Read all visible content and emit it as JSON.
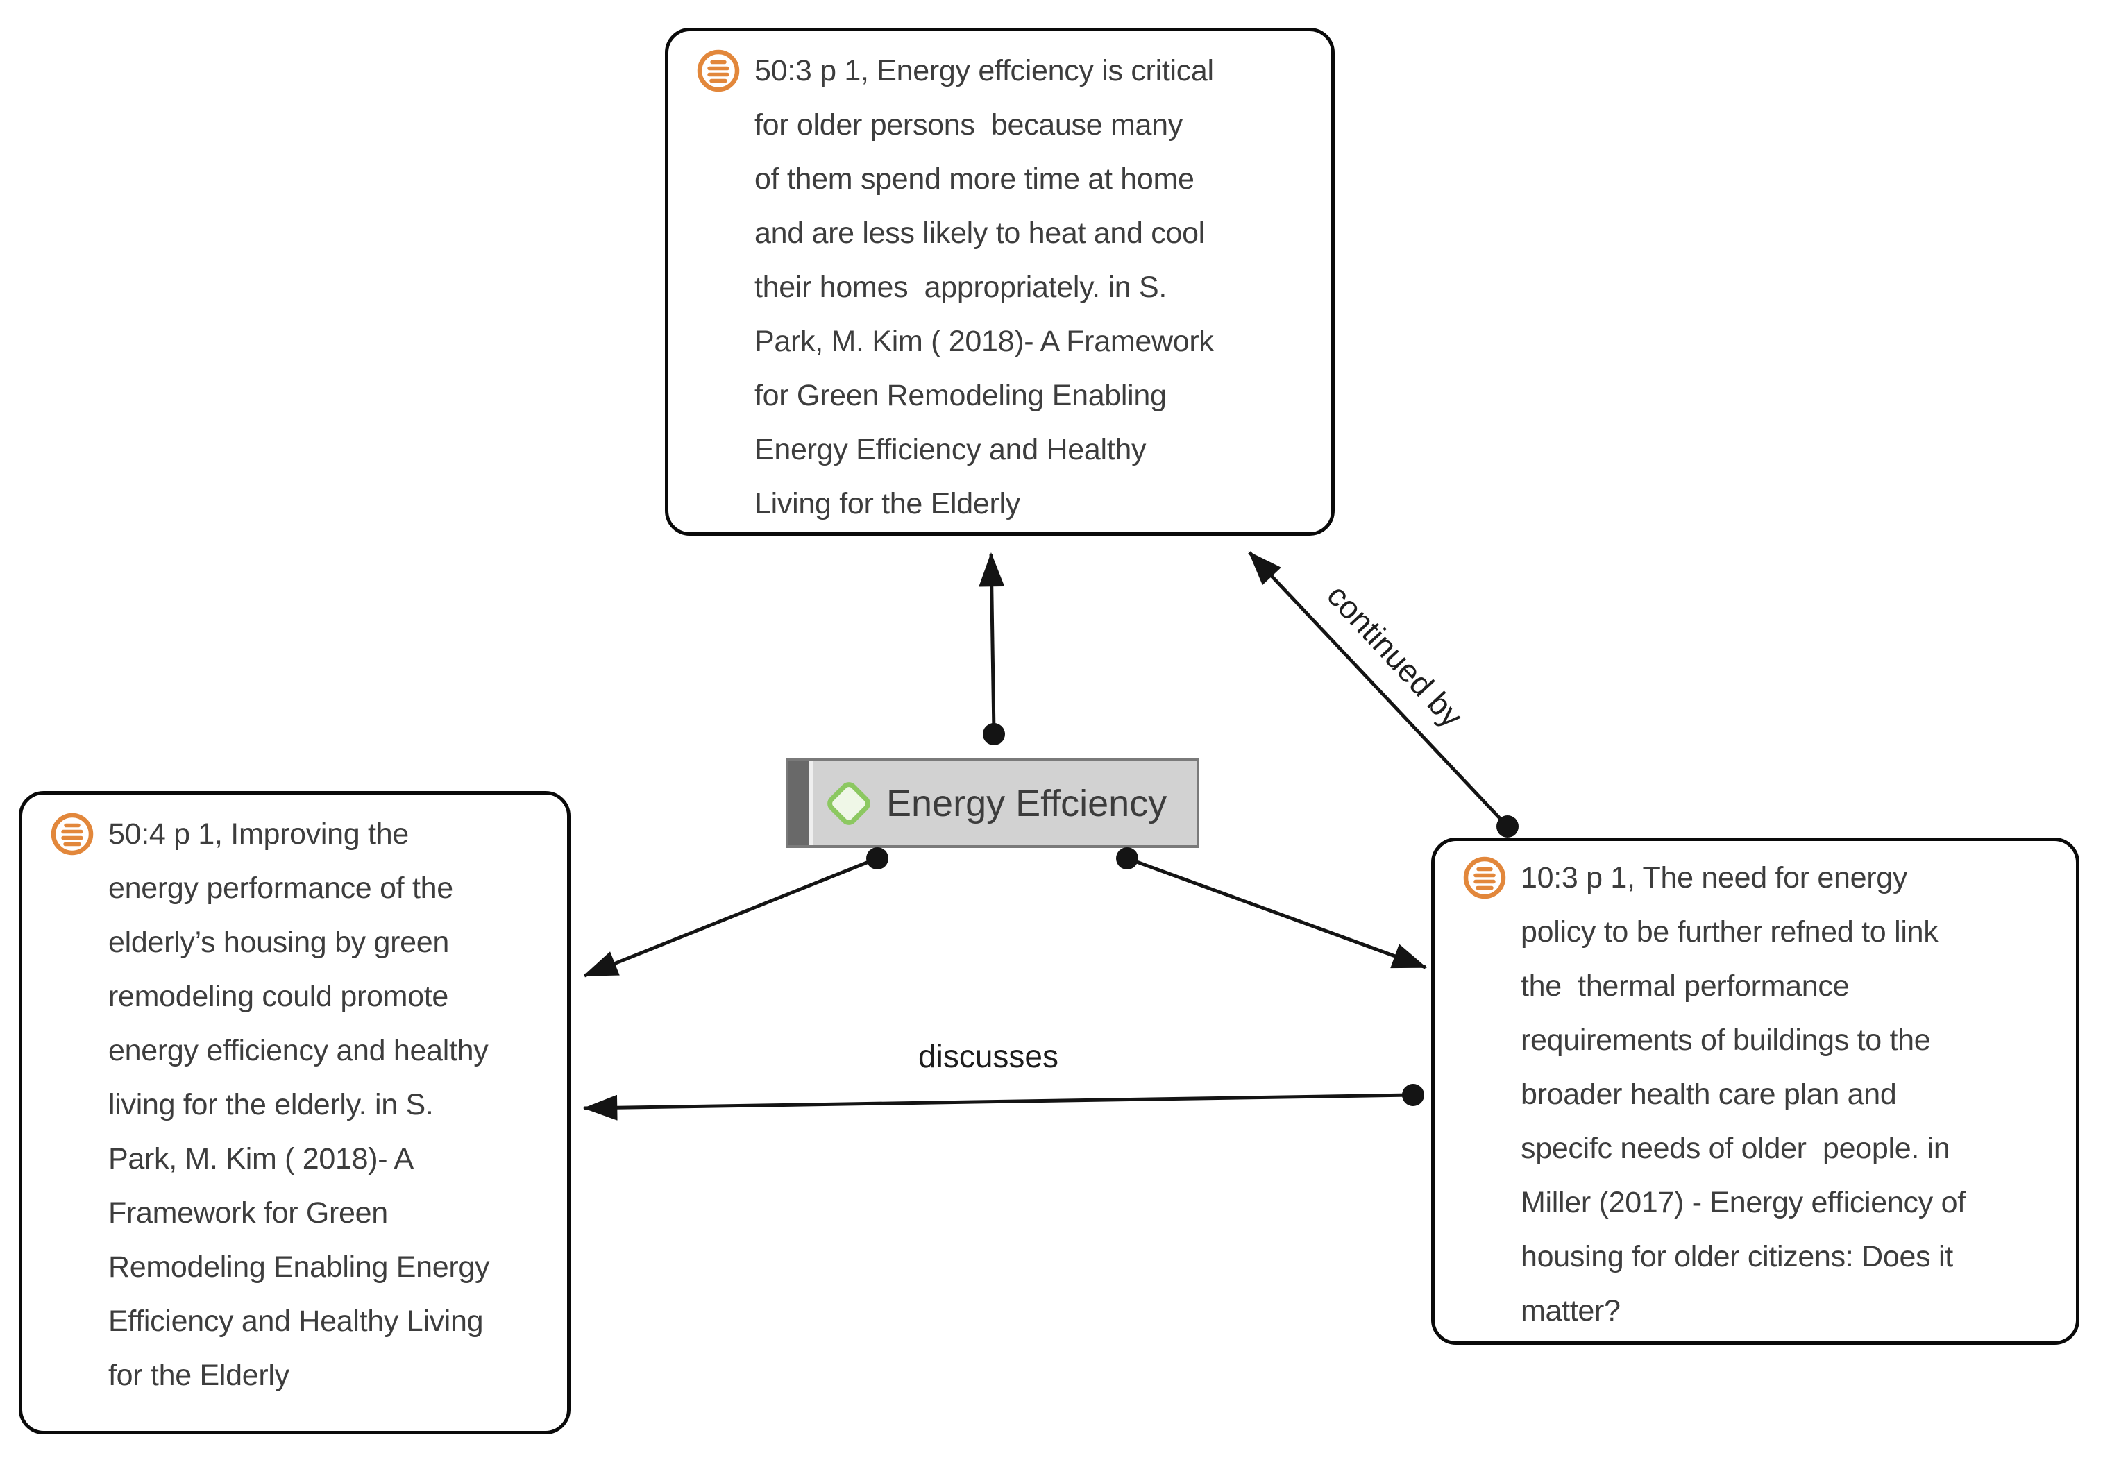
{
  "code_node": {
    "label": "Energy Effciency"
  },
  "quotations": {
    "top": {
      "lines": [
        "50:3 p 1, Energy effciency is critical",
        "for older persons  because many",
        "of them spend more time at home",
        "and are less likely to heat and cool",
        "their homes  appropriately. in S.",
        "Park, M. Kim ( 2018)- A Framework",
        "for Green Remodeling Enabling",
        "Energy Efficiency and Healthy",
        "Living for the Elderly"
      ]
    },
    "left": {
      "lines": [
        "50:4 p 1, Improving the",
        "energy performance of the",
        "elderly’s housing by green",
        "remodeling could promote",
        "energy efficiency and healthy",
        "living for the elderly. in S.",
        "Park, M. Kim ( 2018)- A",
        "Framework for Green",
        "Remodeling Enabling Energy",
        "Efficiency and Healthy Living",
        "for the Elderly"
      ]
    },
    "right": {
      "lines": [
        "10:3 p 1, The need for energy",
        "policy to be further refned to link",
        "the  thermal performance",
        "requirements of buildings to the",
        "broader health care plan and",
        "specifc needs of older  people. in",
        "Miller (2017) - Energy efficiency of",
        "housing for older citizens: Does it",
        "matter?"
      ]
    }
  },
  "edge_labels": {
    "continued_by": "continued by",
    "discusses": "discusses"
  },
  "icons": {
    "quotation": "quotation-icon",
    "code": "code-diamond-icon"
  },
  "colors": {
    "quotation_icon_orange": "#E2873B",
    "code_diamond_green": "#8CC861",
    "code_diamond_fill": "#EFF7E7",
    "code_node_fill": "#D2D2D2",
    "code_node_stripe": "#696969",
    "code_node_border": "#7A7A7A",
    "box_border": "#0A0A0A",
    "text": "#3D3D3D",
    "edge": "#141414",
    "background": "#FFFFFF"
  }
}
